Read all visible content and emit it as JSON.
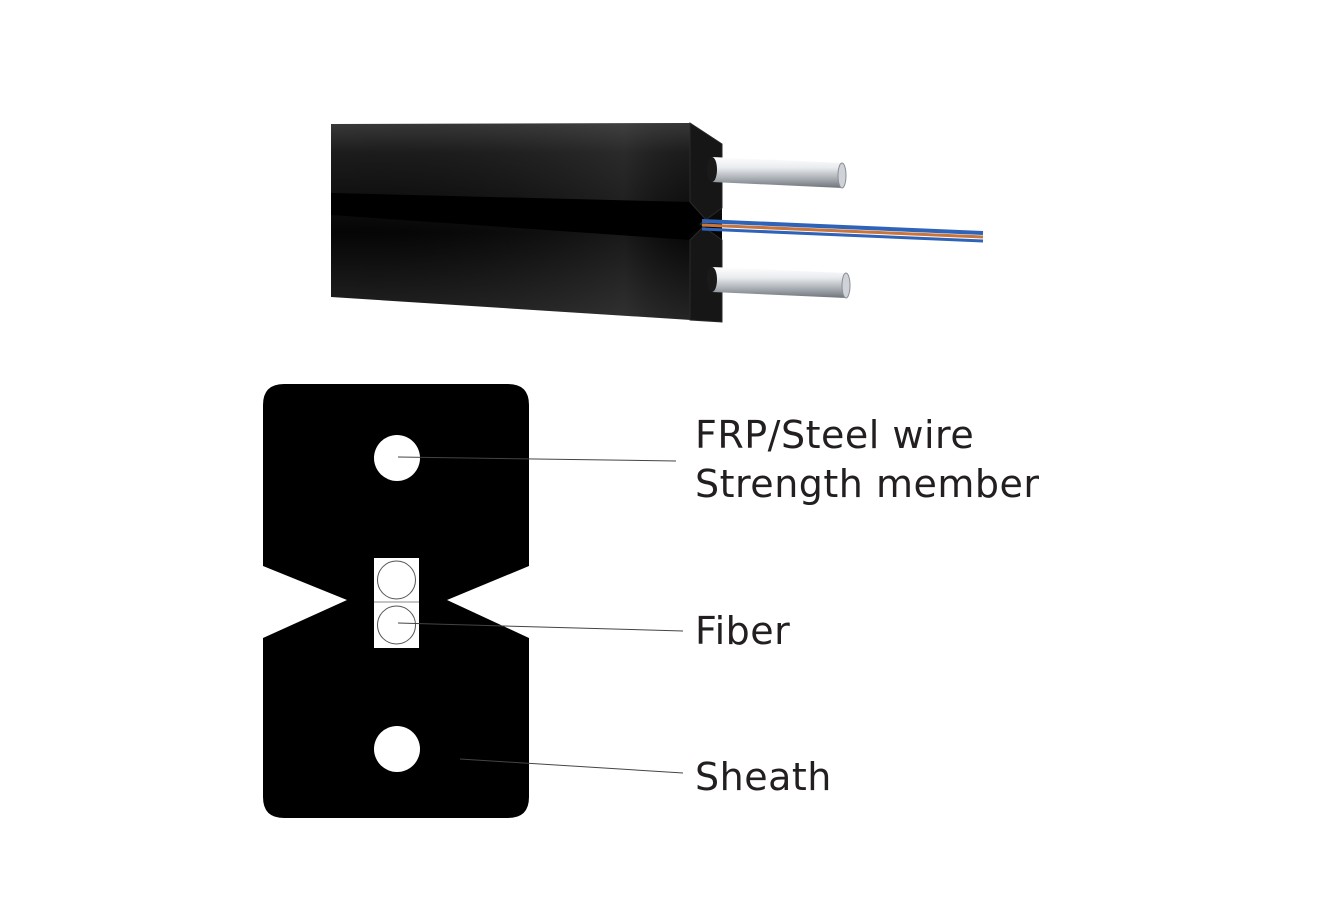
{
  "labels": {
    "strength_line1": "FRP/Steel wire",
    "strength_line2": "Strength member",
    "fiber": "Fiber",
    "sheath": "Sheath"
  },
  "colors": {
    "background": "#ffffff",
    "sheath": "#000000",
    "label_text": "#231f20",
    "leader_line": "#444444",
    "fiber_blue": "#2f63b8",
    "fiber_orange": "#c8743a",
    "strength_wire": "#d9dde0"
  }
}
